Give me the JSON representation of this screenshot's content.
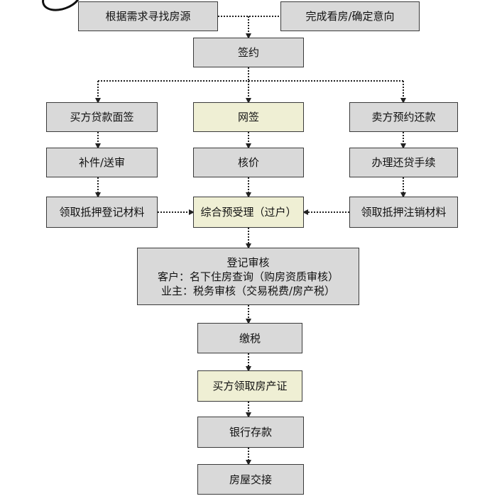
{
  "flow": {
    "search_house": "根据需求寻找房源",
    "confirm_intent": "完成看房/确定意向",
    "sign": "签约",
    "buyer_loan_sign": "买方贷款面签",
    "online_sign": "网签",
    "seller_repay": "卖方预约还款",
    "supplement": "补件/送审",
    "verify_price": "核价",
    "repay_procedure": "办理还贷手续",
    "collect_mortgage_materials": "领取抵押登记材料",
    "pre_accept": "综合预受理（过户）",
    "collect_cancel_materials": "领取抵押注销材料",
    "registration_review": {
      "title": "登记审核",
      "line1": "客户：名下住房查询（购房资质审核）",
      "line2": "业主：税务审核（交易税费/房产税）"
    },
    "pay_tax": "缴税",
    "buyer_get_certificate": "买方领取房产证",
    "bank_deposit": "银行存款",
    "handover": "房屋交接"
  },
  "colors": {
    "gray_box": "#d9d9d9",
    "highlight_box": "#efefd4",
    "border": "#3a3a3a",
    "connector": "#222222"
  }
}
